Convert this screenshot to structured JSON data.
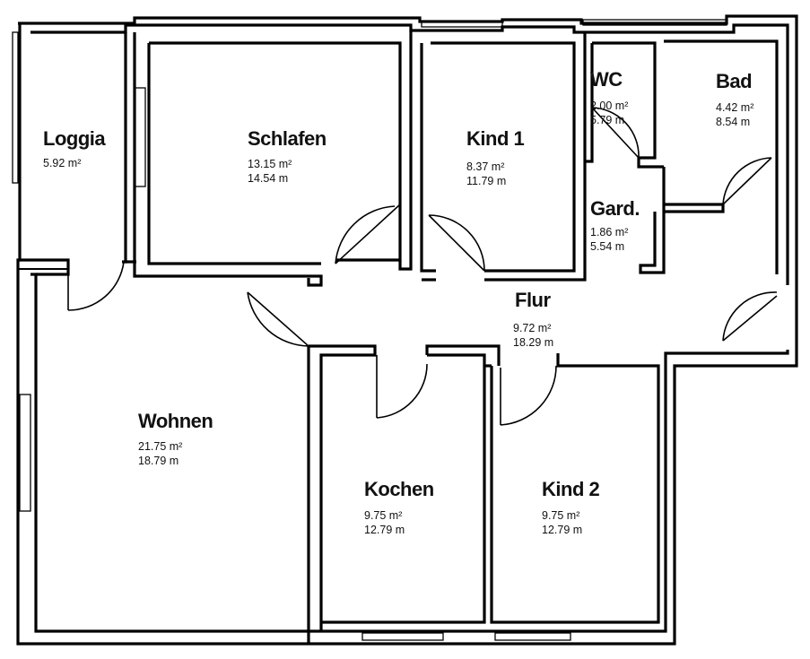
{
  "rooms": [
    {
      "id": "loggia",
      "name": "Loggia",
      "area": "5.92 m²",
      "perimeter": ""
    },
    {
      "id": "schlafen",
      "name": "Schlafen",
      "area": "13.15 m²",
      "perimeter": "14.54 m"
    },
    {
      "id": "kind1",
      "name": "Kind 1",
      "area": "8.37 m²",
      "perimeter": "11.79 m"
    },
    {
      "id": "wc",
      "name": "WC",
      "area": "2.00 m²",
      "perimeter": "5.79 m"
    },
    {
      "id": "bad",
      "name": "Bad",
      "area": "4.42 m²",
      "perimeter": "8.54 m"
    },
    {
      "id": "gard",
      "name": "Gard.",
      "area": "1.86 m²",
      "perimeter": "5.54 m"
    },
    {
      "id": "flur",
      "name": "Flur",
      "area": "9.72 m²",
      "perimeter": "18.29 m"
    },
    {
      "id": "wohnen",
      "name": "Wohnen",
      "area": "21.75 m²",
      "perimeter": "18.79 m"
    },
    {
      "id": "kochen",
      "name": "Kochen",
      "area": "9.75 m²",
      "perimeter": "12.79 m"
    },
    {
      "id": "kind2",
      "name": "Kind 2",
      "area": "9.75 m²",
      "perimeter": "12.79 m"
    }
  ]
}
